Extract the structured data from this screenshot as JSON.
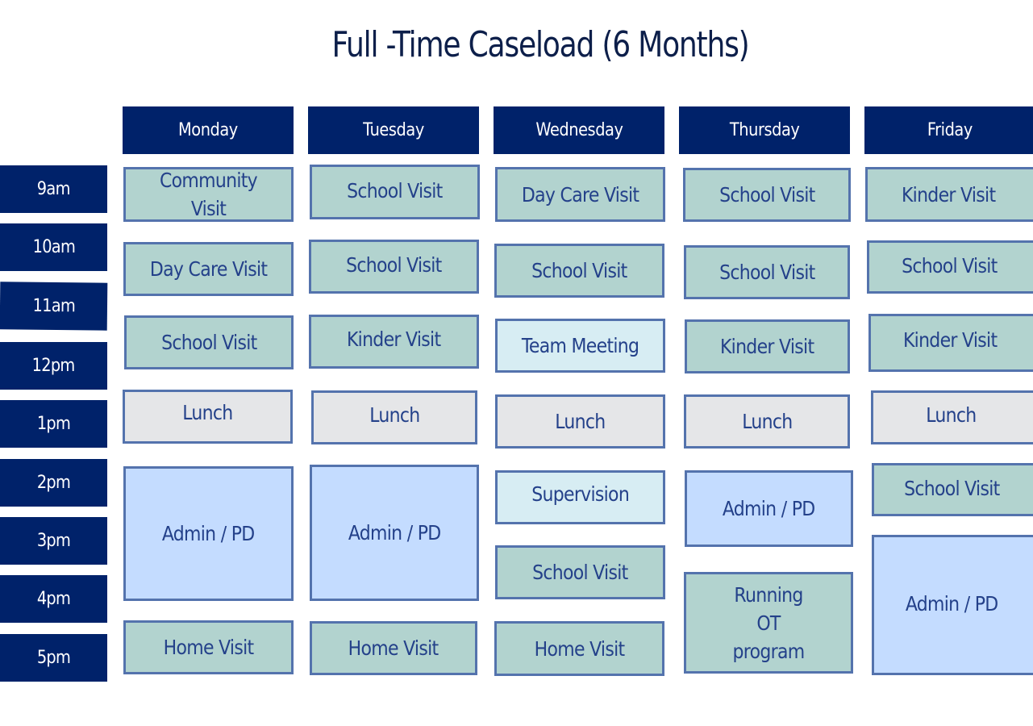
{
  "title": "Full -Time Caseload (6 Months)",
  "days": [
    "Monday",
    "Tuesday",
    "Wednesday",
    "Thursday",
    "Friday"
  ],
  "times": [
    "9am",
    "10am",
    "11am",
    "12pm",
    "1pm",
    "2pm",
    "3pm",
    "4pm",
    "5pm"
  ],
  "colors": {
    "header": "#00226a",
    "visit": "#b2d3cf",
    "lunch": "#e5e6e8",
    "admin": "#c4dcff",
    "meeting": "#d7edf3",
    "border": "#5473ad",
    "text": "#24418a"
  },
  "schedule": {
    "monday": [
      "Community Visit",
      "Day Care Visit",
      "School Visit",
      "Lunch",
      "Admin / PD",
      "Home Visit"
    ],
    "tuesday": [
      "School Visit",
      "School Visit",
      "Kinder Visit",
      "Lunch",
      "Admin / PD",
      "Home Visit"
    ],
    "wednesday": [
      "Day Care Visit",
      "School Visit",
      "Team Meeting",
      "Lunch",
      "Supervision",
      "School Visit",
      "Home Visit"
    ],
    "thursday": [
      "School Visit",
      "School Visit",
      "Kinder Visit",
      "Lunch",
      "Admin / PD",
      "Running OT program"
    ],
    "friday": [
      "Kinder Visit",
      "School Visit",
      "Kinder Visit",
      "Lunch",
      "School Visit",
      "Admin / PD"
    ]
  }
}
